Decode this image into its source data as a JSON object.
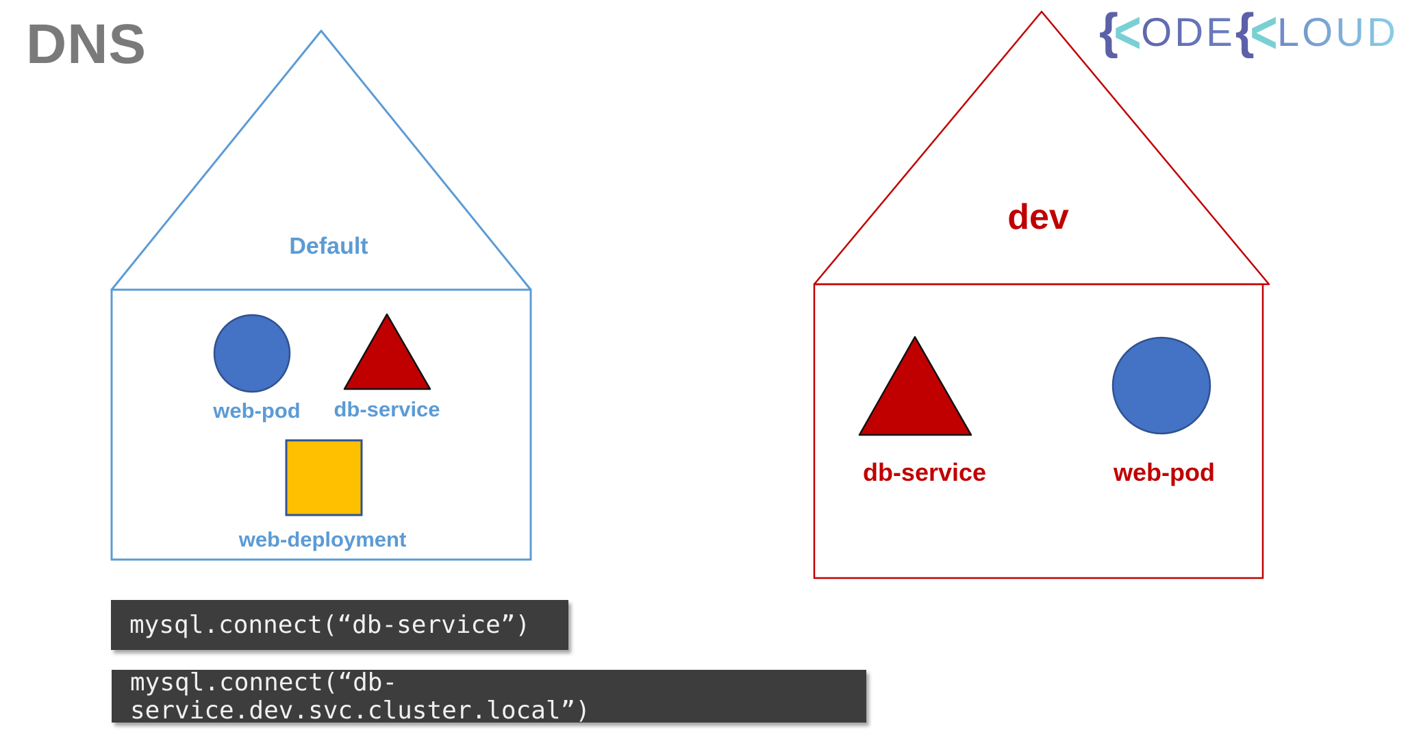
{
  "title": "DNS",
  "logo": {
    "brace1": "{",
    "chev1": "<",
    "ode": "ODE",
    "brace2": "{",
    "chev2": "<",
    "loud": "LOUD"
  },
  "namespaces": {
    "default_ns": {
      "label": "Default",
      "items": [
        {
          "label": "web-pod",
          "shape": "circle",
          "fill": "#4472C4",
          "stroke": "#2F528F"
        },
        {
          "label": "db-service",
          "shape": "triangle",
          "fill": "#C00000",
          "stroke": "#111111"
        },
        {
          "label": "web-deployment",
          "shape": "square",
          "fill": "#FFC000",
          "stroke": "#2F5496"
        }
      ]
    },
    "dev_ns": {
      "label": "dev",
      "items": [
        {
          "label": "db-service",
          "shape": "triangle",
          "fill": "#C00000",
          "stroke": "#111111"
        },
        {
          "label": "web-pod",
          "shape": "circle",
          "fill": "#4472C4",
          "stroke": "#2F528F"
        }
      ]
    }
  },
  "code": {
    "line1": "mysql.connect(“db-service”)",
    "line2": "mysql.connect(“db-service.dev.svc.cluster.local”)"
  },
  "colors": {
    "accent_blue": "#5B9BD5",
    "shape_blue": "#4472C4",
    "shape_blue_border": "#2F528F",
    "shape_red": "#C00000",
    "shape_yellow": "#FFC000",
    "yellow_border": "#2F5496",
    "house_red": "#C00000",
    "title_gray": "#7A7A7A",
    "code_bg": "#3D3D3D",
    "code_text": "#F0F0F0"
  }
}
